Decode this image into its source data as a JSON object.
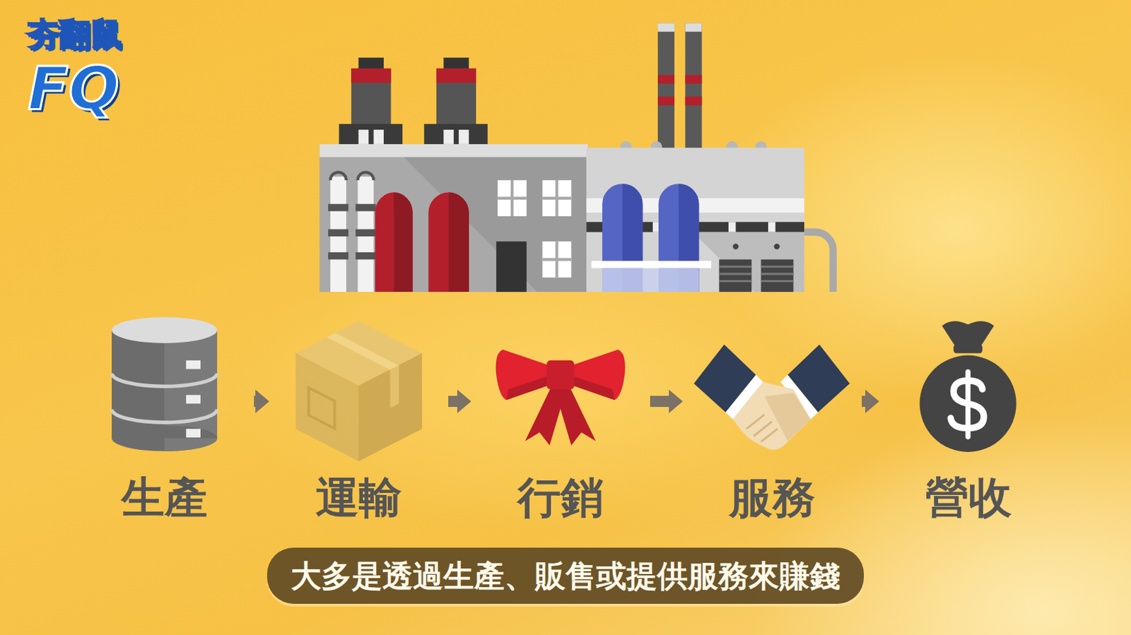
{
  "diagram": {
    "caption": "大多是透過生產、販售或提供服務來賺錢",
    "nodes": [
      {
        "text": [
          "生產"
        ]
      },
      {
        "text": [
          "運輸"
        ]
      },
      {
        "text": [
          "行銷"
        ]
      },
      {
        "text": [
          "服務"
        ]
      },
      {
        "text": [
          "營收"
        ]
      }
    ],
    "edges": [
      {
        "from": 0,
        "to": 1,
        "arrow": "to"
      },
      {
        "from": 1,
        "to": 2,
        "arrow": "to"
      },
      {
        "from": 2,
        "to": 3,
        "arrow": "to"
      },
      {
        "from": 3,
        "to": 4,
        "arrow": "to"
      }
    ],
    "labels": [
      "夯翻鼠",
      "FQ"
    ]
  }
}
